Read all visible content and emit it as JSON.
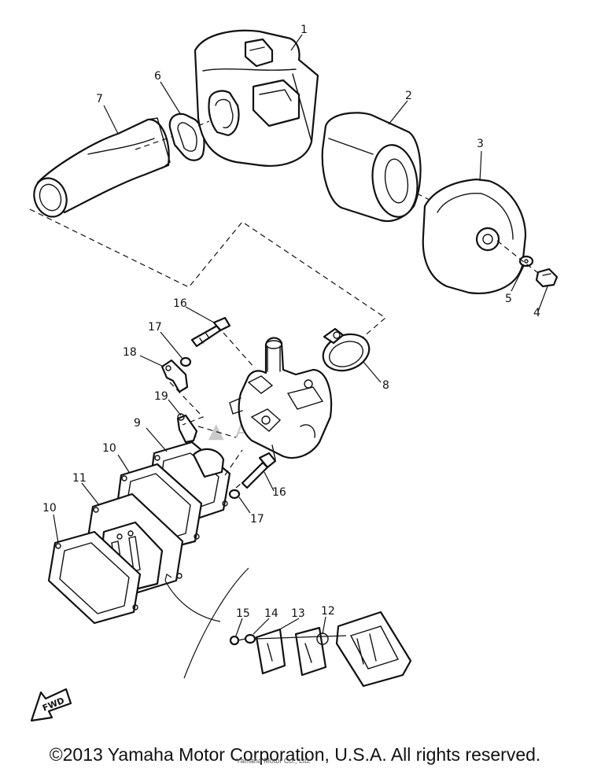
{
  "diagram": {
    "watermark": "L ▲ A  TURE",
    "fwd_label": "FWD",
    "callouts": [
      "1",
      "2",
      "3",
      "4",
      "5",
      "6",
      "7",
      "8",
      "9",
      "10",
      "11",
      "10",
      "12",
      "13",
      "14",
      "15",
      "16",
      "16",
      "17",
      "17",
      "18",
      "19"
    ]
  },
  "footer": {
    "copyright": "©2013 Yamaha Motor Corporation, U.S.A. All rights reserved.",
    "small_credit": "Yamaha Motor Co., Ltd."
  }
}
